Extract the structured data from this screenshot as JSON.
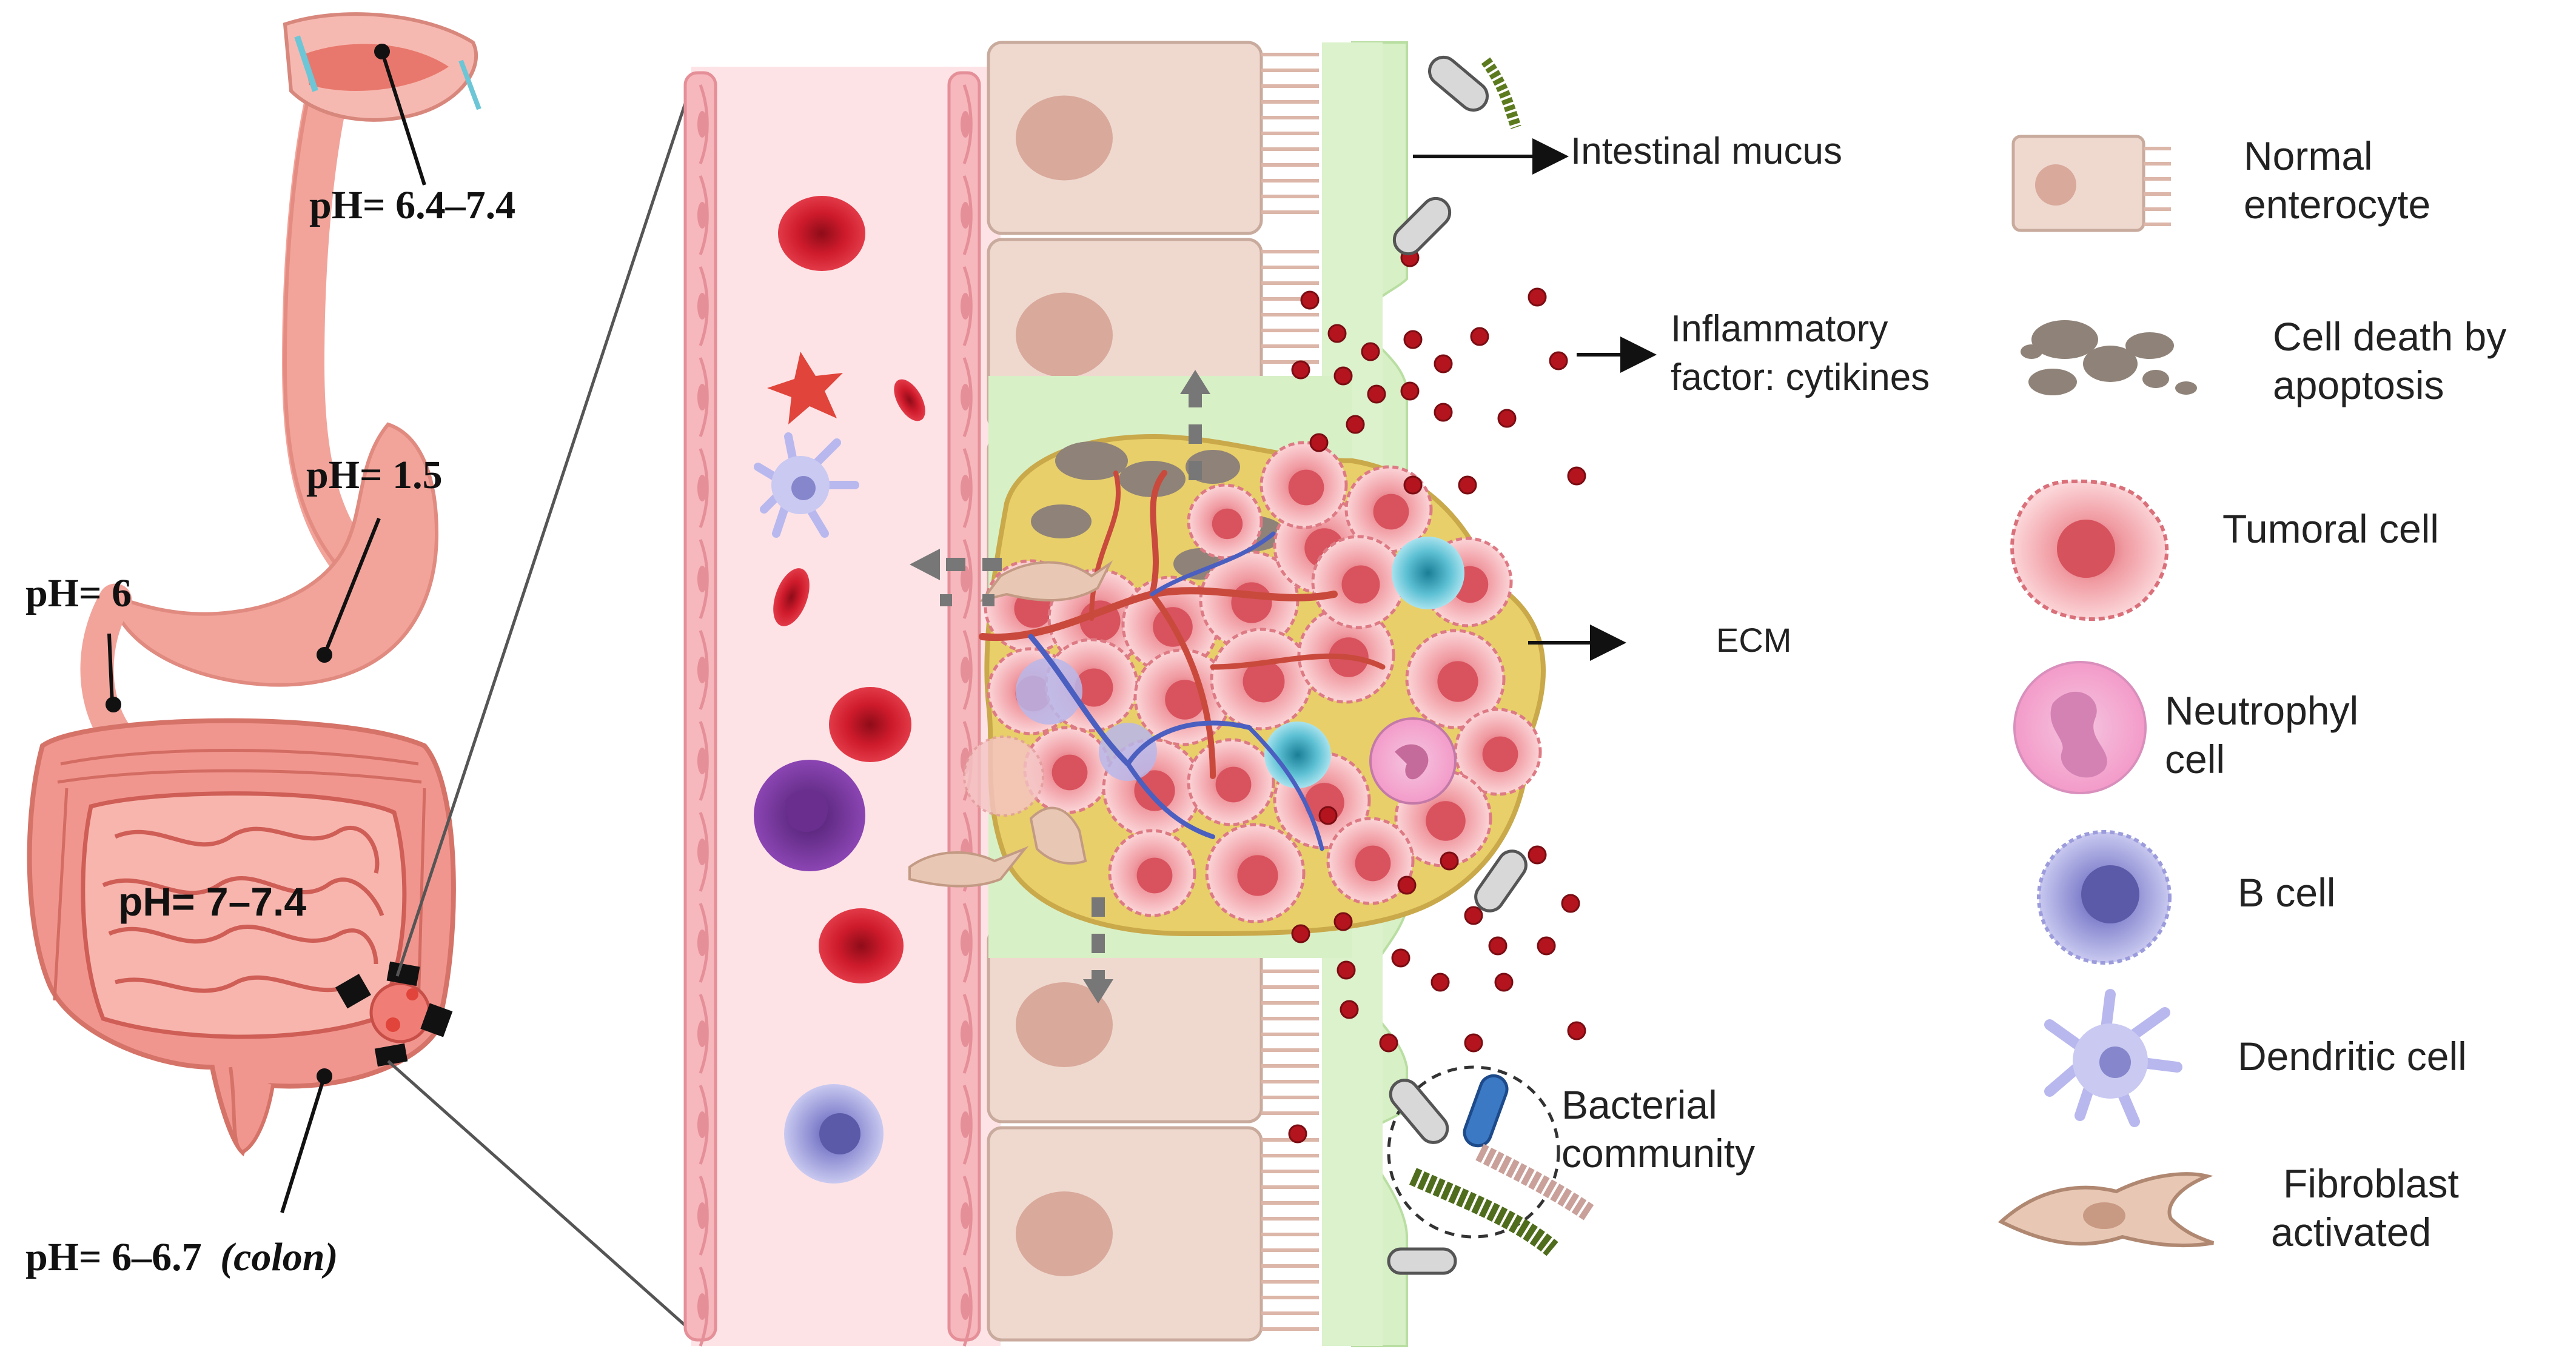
{
  "gi_tract": {
    "ph_mouth": "pH= 6.4–7.4",
    "ph_stomach": "pH= 1.5",
    "ph_duodenum": "pH= 6",
    "ph_small_intestine": "pH= 7–7.4",
    "ph_colon_value": "pH= 6–6.7",
    "ph_colon_note": "(colon)"
  },
  "annotations": {
    "mucus": "Intestinal mucus",
    "inflammatory_line1": "Inflammatory",
    "inflammatory_line2": "factor: cytikines",
    "ecm": "ECM",
    "bacterial_line1": "Bacterial",
    "bacterial_line2": "community"
  },
  "legend": [
    {
      "line1": "Normal",
      "line2": "enterocyte",
      "icon": "enterocyte-icon"
    },
    {
      "line1": "Cell death by",
      "line2": "apoptosis",
      "icon": "apoptosis-icon"
    },
    {
      "line1": "Tumoral cell",
      "line2": "",
      "icon": "tumoral-cell-icon"
    },
    {
      "line1": "Neutrophyl",
      "line2": "cell",
      "icon": "neutrophil-icon"
    },
    {
      "line1": "B cell",
      "line2": "",
      "icon": "b-cell-icon"
    },
    {
      "line1": "Dendritic cell",
      "line2": "",
      "icon": "dendritic-cell-icon"
    },
    {
      "line1": "Fibroblast",
      "line2": "activated",
      "icon": "fibroblast-icon"
    }
  ],
  "colors": {
    "vessel": "#fde3e6",
    "vessel_border": "#e58f98",
    "enterocyte": "#efd9cf",
    "nucleus": "#d9a99b",
    "mucus": "#d8f0c6",
    "ecm": "#e6cf68",
    "tumor": "#f2a2a8",
    "rbc": "#d7182a",
    "cytokine": "#b3141d",
    "gut": "#f2a49b"
  }
}
